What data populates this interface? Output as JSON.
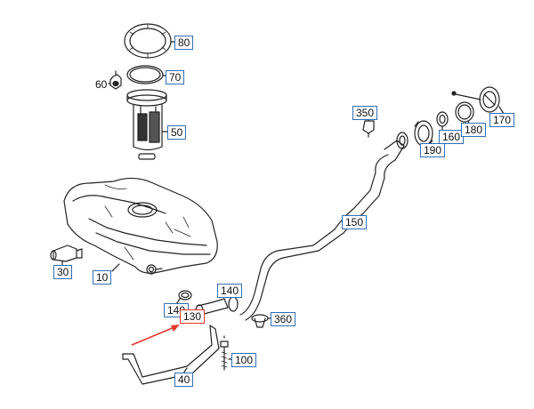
{
  "callouts": {
    "c10": "10",
    "c30": "30",
    "c40": "40",
    "c50": "50",
    "c60": "60",
    "c70": "70",
    "c80": "80",
    "c100": "100",
    "c130": "130",
    "c140a": "140",
    "c140b": "140",
    "c150": "150",
    "c160": "160",
    "c170": "170",
    "c180": "180",
    "c190": "190",
    "c350": "350",
    "c360": "360"
  },
  "colors": {
    "callout_border": "#2f6fb5",
    "highlight": "#e0392b",
    "line": "#222222"
  }
}
